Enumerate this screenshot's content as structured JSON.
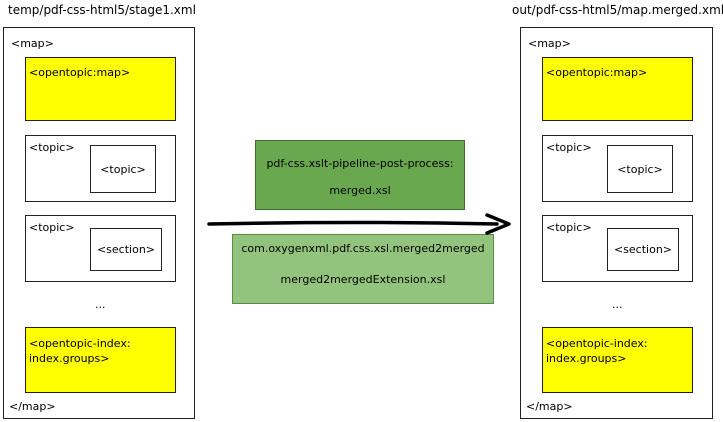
{
  "left": {
    "title": "temp/pdf-css-html5/stage1.xml",
    "open_tag": "<map>",
    "close_tag": "</map>",
    "opentopic_map": "<opentopic:map>",
    "topic1_outer": "<topic>",
    "topic1_inner": "<topic>",
    "topic2_outer": "<topic>",
    "topic2_inner": "<section>",
    "ellipsis": "...",
    "index_line1": "<opentopic-index:",
    "index_line2": "index.groups>"
  },
  "right": {
    "title": "out/pdf-css-html5/map.merged.xml",
    "open_tag": "<map>",
    "close_tag": "</map>",
    "opentopic_map": "<opentopic:map>",
    "topic1_outer": "<topic>",
    "topic1_inner": "<topic>",
    "topic2_outer": "<topic>",
    "topic2_inner": "<section>",
    "ellipsis": "...",
    "index_line1": "<opentopic-index:",
    "index_line2": "index.groups>"
  },
  "process": {
    "step1_line1": "pdf-css.xslt-pipeline-post-process:",
    "step1_line2": "merged.xsl",
    "step2_line1": "com.oxygenxml.pdf.css.xsl.merged2merged",
    "step2_line2": "merged2mergedExtension.xsl"
  },
  "colors": {
    "yellow": "#ffff00",
    "green_dark": "#6aa84f",
    "green_light": "#93c47d"
  }
}
